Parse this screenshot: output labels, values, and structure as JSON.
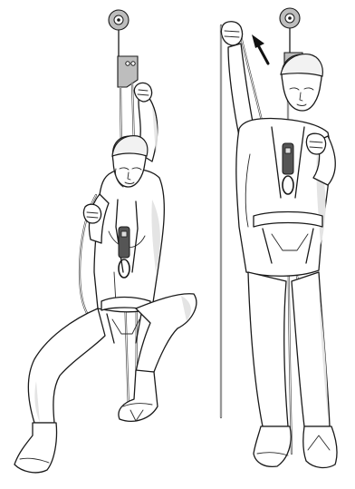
{
  "scene": {
    "panels": [
      {
        "id": "left",
        "figure": "climber-seated-ascending"
      },
      {
        "id": "right",
        "figure": "climber-standing-pulling"
      }
    ],
    "icons": [
      "pulley-icon",
      "arrow-up-icon"
    ],
    "colors": {
      "line": "#1a1a1a",
      "shade": "#e4e4e4",
      "background": "#ffffff"
    }
  }
}
